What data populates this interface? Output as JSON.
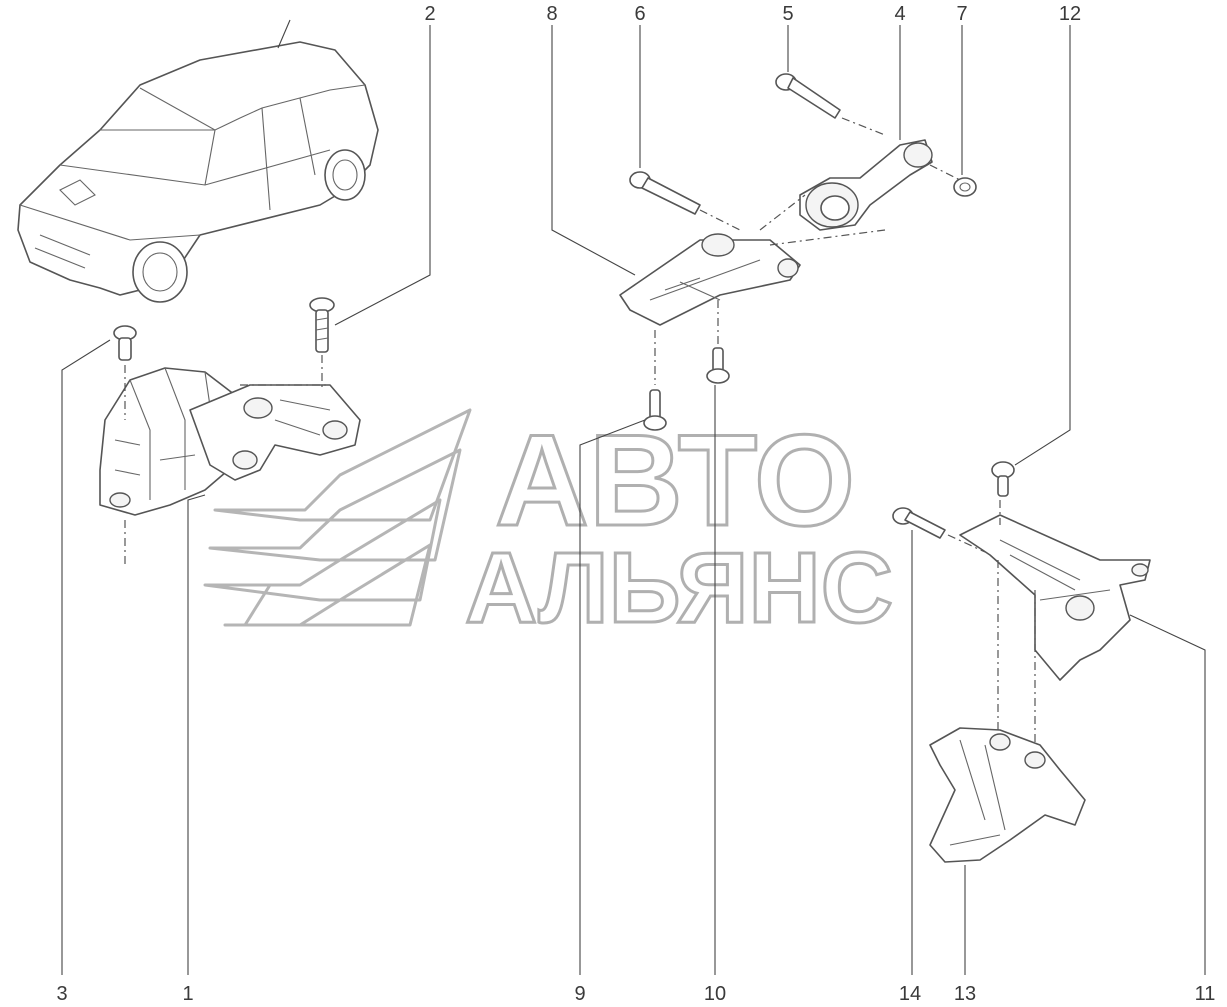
{
  "callouts": [
    {
      "id": "1",
      "label": "1"
    },
    {
      "id": "2",
      "label": "2"
    },
    {
      "id": "3",
      "label": "3"
    },
    {
      "id": "4",
      "label": "4"
    },
    {
      "id": "5",
      "label": "5"
    },
    {
      "id": "6",
      "label": "6"
    },
    {
      "id": "7",
      "label": "7"
    },
    {
      "id": "8",
      "label": "8"
    },
    {
      "id": "9",
      "label": "9"
    },
    {
      "id": "10",
      "label": "10"
    },
    {
      "id": "11",
      "label": "11"
    },
    {
      "id": "12",
      "label": "12"
    },
    {
      "id": "13",
      "label": "13"
    },
    {
      "id": "14",
      "label": "14"
    }
  ],
  "watermark": {
    "line1": "АВТО",
    "line2": "АЛЬЯНС",
    "color": "#b0b0b0"
  },
  "colors": {
    "background": "#ffffff",
    "line": "#555555",
    "label": "#3a3a3a"
  }
}
